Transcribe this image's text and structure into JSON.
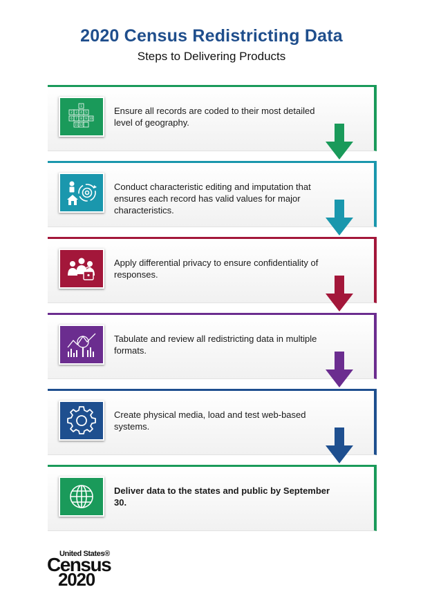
{
  "header": {
    "title": "2020 Census Redistricting Data",
    "subtitle": "Steps to Delivering Products"
  },
  "steps": [
    {
      "text": "Ensure all records are coded to their most detailed level of geography.",
      "color": "#1a9a5a",
      "icon": "geography-grid-icon"
    },
    {
      "text": "Conduct characteristic editing and imputation that ensures each record has valid values for major characteristics.",
      "color": "#1a97ad",
      "icon": "editing-imputation-icon"
    },
    {
      "text": "Apply differential privacy to ensure confidentiality of responses.",
      "color": "#a3173a",
      "icon": "privacy-lock-icon"
    },
    {
      "text": "Tabulate and review all redistricting data in multiple formats.",
      "color": "#6b2d8f",
      "icon": "tabulate-review-icon"
    },
    {
      "text": "Create physical media, load and test web-based systems.",
      "color": "#1e4f8f",
      "icon": "gear-icon"
    },
    {
      "text": "Deliver data to the states and public by September 30.",
      "color": "#1a9a5a",
      "icon": "globe-icon"
    }
  ],
  "grid_labels": [
    "1",
    "2",
    "3",
    "4",
    "5",
    "6",
    "7",
    "8",
    "9",
    "10",
    "11",
    "12"
  ],
  "logo": {
    "line1": "United States®",
    "line2": "Census",
    "line3": "2020"
  }
}
